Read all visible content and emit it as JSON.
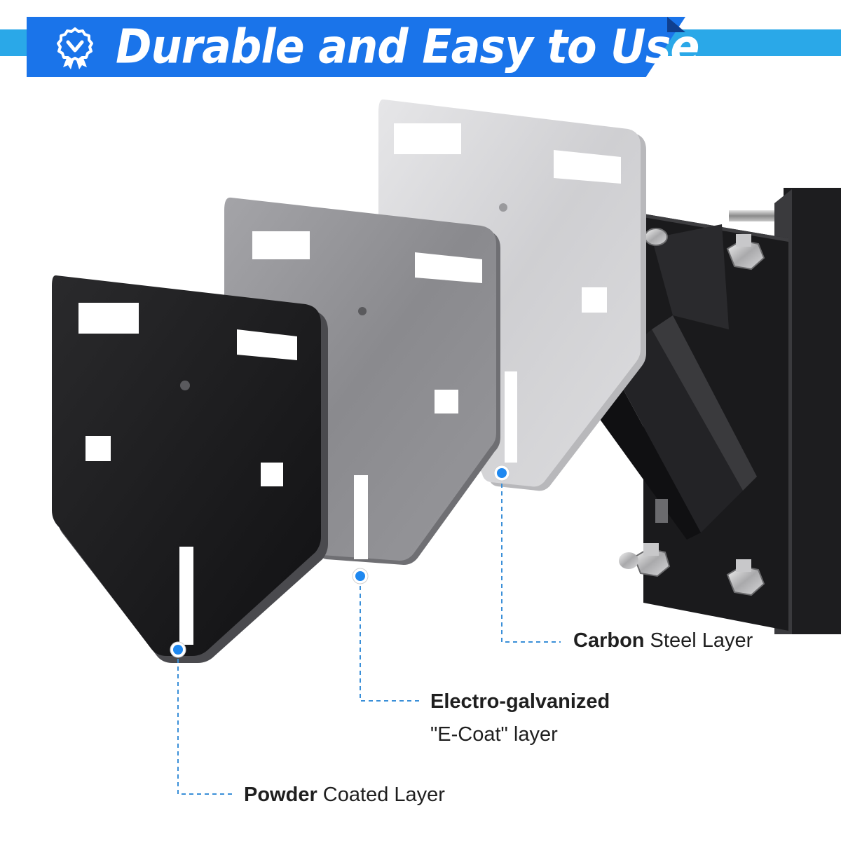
{
  "banner": {
    "title": "Durable and Easy to Use",
    "icon": "award-badge-icon",
    "colors": {
      "main": "#1a74ea",
      "stripe": "#2aa8e8",
      "fold": "#0f3f8e",
      "text": "#ffffff"
    }
  },
  "layers": [
    {
      "id": "powder",
      "bold": "Powder",
      "rest": " Coated Layer",
      "color": "#1c1c1e"
    },
    {
      "id": "electro",
      "bold": "Electro-galvanized",
      "rest": "",
      "line2": "\"E-Coat\" layer",
      "color": "#8e8e92"
    },
    {
      "id": "carbon",
      "bold": "Carbon",
      "rest": " Steel Layer",
      "color": "#d6d6d8"
    }
  ],
  "callout": {
    "dot_color": "#1e88f0",
    "line_color": "#3a8fd8"
  }
}
